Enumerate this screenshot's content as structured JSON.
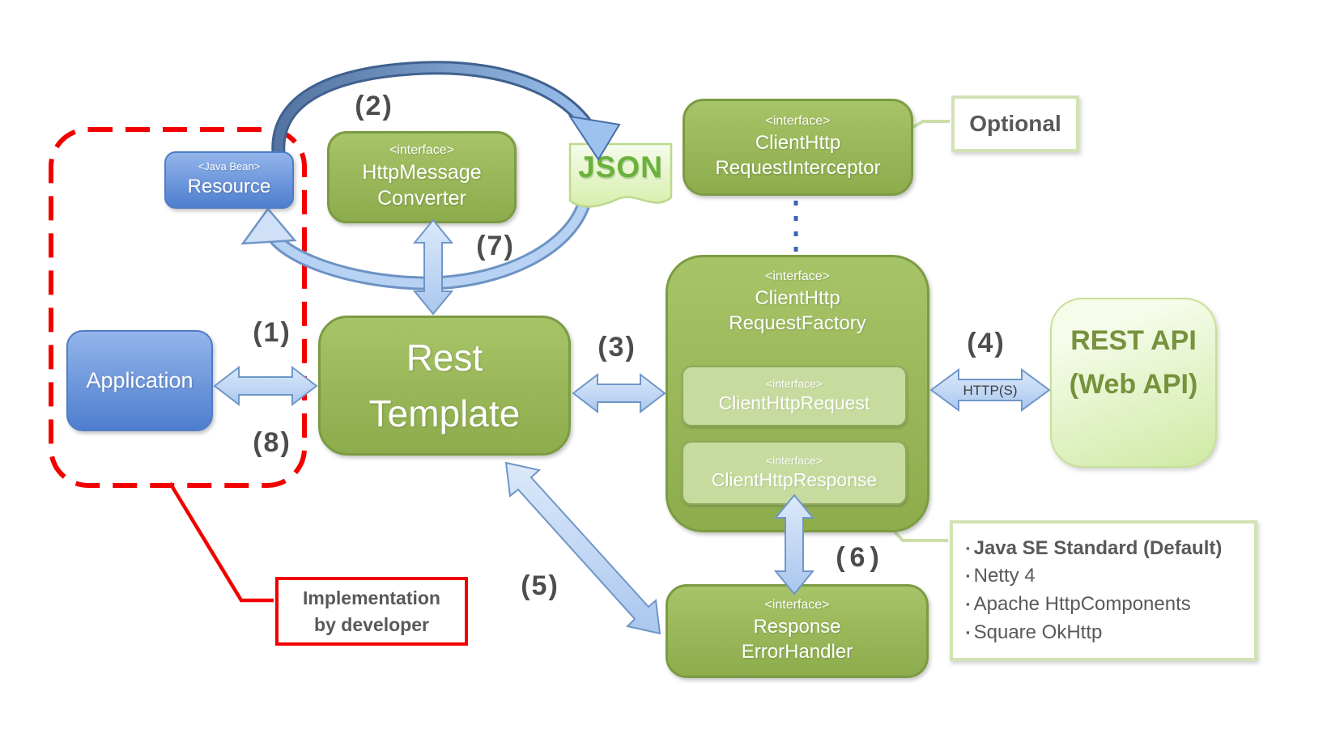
{
  "palette": {
    "green_box": "#9aba58",
    "green_border": "#7c9b43",
    "nested_fill": "#c8db9f",
    "blue_box": "#5e8ad6",
    "arrow_fill": "#c6d9f4",
    "arrow_border": "#7195c9",
    "red_accent": "#f20000",
    "light_green_border": "#d3e2b4",
    "gray_text": "#595959",
    "json_green": "#6ab23c",
    "rest_api_text": "#76923c"
  },
  "boxes": {
    "resource": {
      "stereotype": "<Java Bean>",
      "name": "Resource"
    },
    "application": {
      "name": "Application"
    },
    "rest_template": {
      "line1": "Rest",
      "line2": "Template"
    },
    "http_message_converter": {
      "stereotype": "<interface>",
      "line1": "HttpMessage",
      "line2": "Converter"
    },
    "json": {
      "label": "JSON"
    },
    "interceptor": {
      "stereotype": "<interface>",
      "line1": "ClientHttp",
      "line2": "RequestInterceptor"
    },
    "factory": {
      "stereotype": "<interface>",
      "line1": "ClientHttp",
      "line2": "RequestFactory"
    },
    "client_http_request": {
      "stereotype": "<interface>",
      "name": "ClientHttpRequest"
    },
    "client_http_response": {
      "stereotype": "<interface>",
      "name": "ClientHttpResponse"
    },
    "error_handler": {
      "stereotype": "<interface>",
      "line1": "Response",
      "line2": "ErrorHandler"
    },
    "rest_api": {
      "line1": "REST API",
      "line2": "(Web API)"
    }
  },
  "steps": {
    "s1": "(1)",
    "s2": "(2)",
    "s3": "(3)",
    "s4": "(4)",
    "s5": "(5)",
    "s6": "(6)",
    "s7": "(7)",
    "s8": "(8)"
  },
  "annotations": {
    "optional": "Optional",
    "http_protocol": "HTTP(S)",
    "implementation": {
      "line1": "Implementation",
      "line2": "by developer"
    },
    "factory_impls": {
      "bullet": "▪",
      "items": [
        "Java SE Standard (Default)",
        "Netty 4",
        "Apache HttpComponents",
        "Square OkHttp"
      ]
    }
  }
}
